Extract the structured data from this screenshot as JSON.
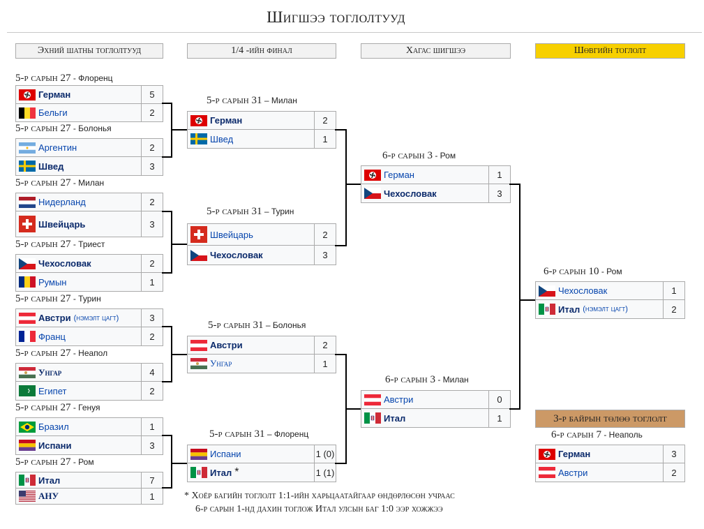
{
  "title": "Шигшээ тоглолтууд",
  "rounds": {
    "r16": "Эхний шатны тоглолтууд",
    "qf": "1/4 -ийн финал",
    "sf": "Хагас шигшээ",
    "final": "Шөвгийн тоглолт",
    "third": "3-р байрын төлөө тоглолт"
  },
  "matches": {
    "r16_1": {
      "date": "5-р сарын 27",
      "venue": "- Флоренц",
      "team1": "Герман",
      "score1": "5",
      "team2": "Бельги",
      "score2": "2"
    },
    "r16_2": {
      "date": "5-р сарын 27",
      "venue": "- Болонья",
      "team1": "Аргентин",
      "score1": "2",
      "team2": "Швед",
      "score2": "3"
    },
    "r16_3": {
      "date": "5-р сарын 27",
      "venue": "- Милан",
      "team1": "Нидерланд",
      "score1": "2",
      "team2": "Швейцарь",
      "score2": "3"
    },
    "r16_4": {
      "date": "5-р сарын 27",
      "venue": "- Триест",
      "team1": "Чехословак",
      "score1": "2",
      "team2": "Румын",
      "score2": "1"
    },
    "r16_5": {
      "date": "5-р сарын 27",
      "venue": "- Турин",
      "team1": "Австри",
      "team1_note": "(нэмэлт цагт)",
      "score1": "3",
      "team2": "Франц",
      "score2": "2"
    },
    "r16_6": {
      "date": "5-р сарын 27",
      "venue": "- Неапол",
      "team1": "Унгар",
      "score1": "4",
      "team2": "Египет",
      "score2": "2"
    },
    "r16_7": {
      "date": "5-р сарын 27",
      "venue": "- Генуя",
      "team1": "Бразил",
      "score1": "1",
      "team2": "Испани",
      "score2": "3"
    },
    "r16_8": {
      "date": "5-р сарын 27",
      "venue": "- Ром",
      "team1": "Итал",
      "score1": "7",
      "team2": "АНУ",
      "score2": "1"
    },
    "qf_1": {
      "date": "5-р сарын 31",
      "venue": "– Милан",
      "team1": "Герман",
      "score1": "2",
      "team2": "Швед",
      "score2": "1"
    },
    "qf_2": {
      "date": "5-р сарын 31",
      "venue": "– Турин",
      "team1": "Швейцарь",
      "score1": "2",
      "team2": "Чехословак",
      "score2": "3"
    },
    "qf_3": {
      "date": "5-р сарын 31",
      "venue": "– Болонья",
      "team1": "Австри",
      "score1": "2",
      "team2": "Унгар",
      "score2": "1"
    },
    "qf_4": {
      "date": "5-р сарын 31",
      "venue": "– Флоренц",
      "team1": "Испани",
      "score1": "1 (0)",
      "team2": "Итал",
      "team2_note": "*",
      "score2": "1 (1)"
    },
    "sf_1": {
      "date": "6-р сарын 3",
      "venue": "- Ром",
      "team1": "Герман",
      "score1": "1",
      "team2": "Чехословак",
      "score2": "3"
    },
    "sf_2": {
      "date": "6-р сарын 3",
      "venue": "- Милан",
      "team1": "Австри",
      "score1": "0",
      "team2": "Итал",
      "score2": "1"
    },
    "final": {
      "date": "6-р сарын 10",
      "venue": "- Ром",
      "team1": "Чехословак",
      "score1": "1",
      "team2": "Итал",
      "team2_note": "(нэмэлт цагт)",
      "score2": "2"
    },
    "third": {
      "date": "6-р сарын 7",
      "venue": "- Неаполь",
      "team1": "Герман",
      "score1": "3",
      "team2": "Австри",
      "score2": "2"
    }
  },
  "footnote": {
    "line1": "* Хоёр багийн тоглолт 1:1-ийн харьцаатайгаар өндөрлөсөн учраас",
    "line2": "6-р сарын 1-нд дахин тоглож Итал улсын баг 1:0 ээр хожжээ"
  },
  "colors": {
    "winner_text": "#0b2a6b",
    "link": "#0645ad",
    "final_header": "#f7d000",
    "third_header": "#cc9966",
    "box_bg": "#f8f9fa",
    "border": "#aaaaaa"
  }
}
